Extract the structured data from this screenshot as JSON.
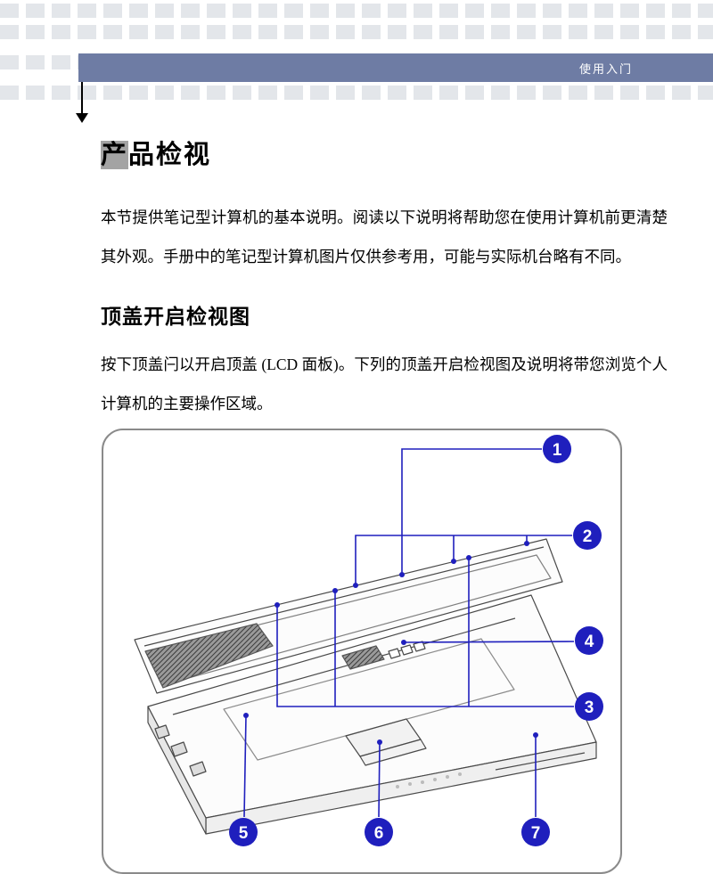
{
  "header": {
    "banner_label": "使用入门"
  },
  "title": {
    "highlight_char": "产",
    "rest": "品检视"
  },
  "intro": "本节提供笔记型计算机的基本说明。阅读以下说明将帮助您在使用计算机前更清楚其外观。手册中的笔记型计算机图片仅供参考用，可能与实际机台略有不同。",
  "section": {
    "heading": "顶盖开启检视图",
    "body": "按下顶盖闩以开启顶盖 (LCD 面板)。下列的顶盖开启检视图及说明将带您浏览个人计算机的主要操作区域。"
  },
  "figure": {
    "description": "laptop-top-open-view-line-drawing",
    "callouts": [
      "1",
      "2",
      "3",
      "4",
      "5",
      "6",
      "7"
    ]
  },
  "colors": {
    "accent_blue": "#1f1fbd",
    "banner_bg": "#6e7ca4",
    "square_gray": "#e3e6ea",
    "title_highlight": "#a3a3a3"
  }
}
